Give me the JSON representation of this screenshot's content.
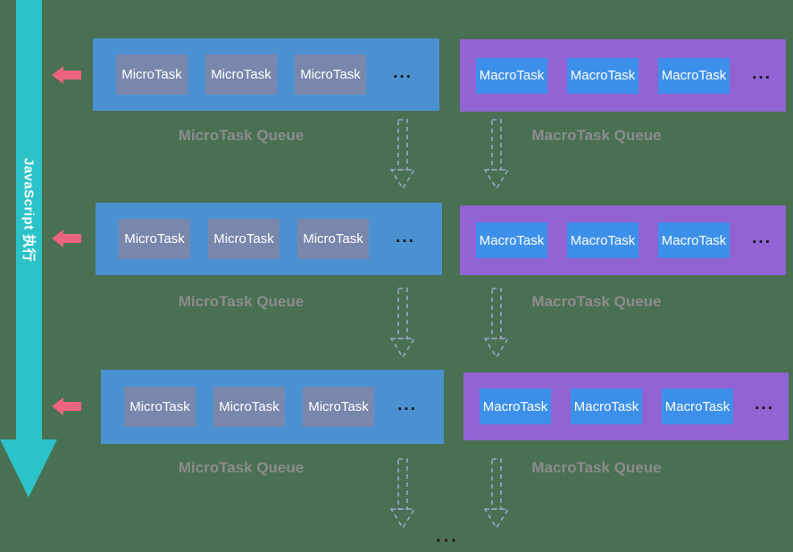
{
  "colors": {
    "background": "#497052",
    "main_arrow": "#2BC3C7",
    "dequeue_arrow": "#EC647E",
    "microtask_queue": "#4B91D2",
    "microtask_item": "#7A87AC",
    "macrotask_queue": "#9263D3",
    "macrotask_item": "#3D90EA",
    "queue_label_text": "#8C8C8C",
    "dashed_arrow": "#9AA6C6"
  },
  "main_arrow": {
    "label": "JavaScript 执行"
  },
  "rows": [
    {
      "micro": {
        "tasks": [
          "MicroTask",
          "MicroTask",
          "MicroTask"
        ],
        "ellipsis": "...",
        "label": "MicroTask Queue"
      },
      "macro": {
        "tasks": [
          "MacroTask",
          "MacroTask",
          "MacroTask"
        ],
        "ellipsis": "...",
        "label": "MacroTask Queue"
      }
    },
    {
      "micro": {
        "tasks": [
          "MicroTask",
          "MicroTask",
          "MicroTask"
        ],
        "ellipsis": "...",
        "label": "MicroTask Queue"
      },
      "macro": {
        "tasks": [
          "MacroTask",
          "MacroTask",
          "MacroTask"
        ],
        "ellipsis": "...",
        "label": "MacroTask Queue"
      }
    },
    {
      "micro": {
        "tasks": [
          "MicroTask",
          "MicroTask",
          "MicroTask"
        ],
        "ellipsis": "...",
        "label": "MicroTask Queue"
      },
      "macro": {
        "tasks": [
          "MacroTask",
          "MacroTask",
          "MacroTask"
        ],
        "ellipsis": "...",
        "label": "MacroTask Queue"
      }
    }
  ],
  "bottom_ellipsis": "..."
}
